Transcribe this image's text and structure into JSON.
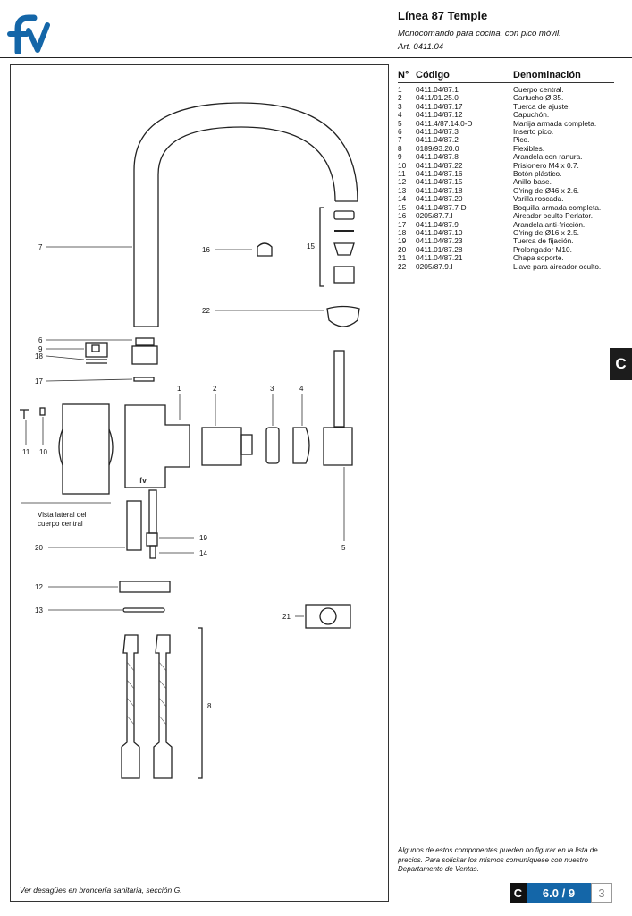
{
  "header": {
    "logo_text": "fv",
    "title": "Línea 87 Temple",
    "subtitle": "Monocomando para cocina, con pico móvil.",
    "article": "Art. 0411.04"
  },
  "table": {
    "col_number": "N°",
    "col_code": "Código",
    "col_name": "Denominación",
    "rows": [
      {
        "n": "1",
        "code": "0411.04/87.1",
        "name": "Cuerpo central."
      },
      {
        "n": "2",
        "code": "0411/01.25.0",
        "name": "Cartucho Ø 35."
      },
      {
        "n": "3",
        "code": "0411.04/87.17",
        "name": "Tuerca de ajuste."
      },
      {
        "n": "4",
        "code": "0411.04/87.12",
        "name": "Capuchón."
      },
      {
        "n": "5",
        "code": "0411.4/87.14.0-D",
        "name": "Manija armada completa."
      },
      {
        "n": "6",
        "code": "0411.04/87.3",
        "name": "Inserto pico."
      },
      {
        "n": "7",
        "code": "0411.04/87.2",
        "name": "Pico."
      },
      {
        "n": "8",
        "code": "0189/93.20.0",
        "name": "Flexibles."
      },
      {
        "n": "9",
        "code": "0411.04/87.8",
        "name": "Arandela con ranura."
      },
      {
        "n": "10",
        "code": "0411.04/87.22",
        "name": "Prisionero M4 x 0.7."
      },
      {
        "n": "11",
        "code": "0411.04/87.16",
        "name": "Botón plástico."
      },
      {
        "n": "12",
        "code": "0411.04/87.15",
        "name": "Anillo base."
      },
      {
        "n": "13",
        "code": "0411.04/87.18",
        "name": "O'ring de Ø46 x 2.6."
      },
      {
        "n": "14",
        "code": "0411.04/87.20",
        "name": "Varilla roscada."
      },
      {
        "n": "15",
        "code": "0411.04/87.7-D",
        "name": "Boquilla armada completa."
      },
      {
        "n": "16",
        "code": "0205/87.7.I",
        "name": "Aireador oculto Perlator."
      },
      {
        "n": "17",
        "code": "0411.04/87.9",
        "name": "Arandela anti-fricción."
      },
      {
        "n": "18",
        "code": "0411.04/87.10",
        "name": "O'ring de Ø16 x 2.5."
      },
      {
        "n": "19",
        "code": "0411.04/87.23",
        "name": "Tuerca de fijación."
      },
      {
        "n": "20",
        "code": "0411.01/87.28",
        "name": "Prolongador M10."
      },
      {
        "n": "21",
        "code": "0411.04/87.21",
        "name": "Chapa soporte."
      },
      {
        "n": "22",
        "code": "0205/87.9.I",
        "name": "Llave para aireador oculto."
      }
    ]
  },
  "drawing": {
    "lateral_view_label": [
      "Vista lateral del",
      "cuerpo central"
    ],
    "callouts": [
      "1",
      "2",
      "3",
      "4",
      "5",
      "6",
      "7",
      "8",
      "9",
      "10",
      "11",
      "12",
      "13",
      "14",
      "15",
      "16",
      "17",
      "18",
      "19",
      "20",
      "21",
      "22"
    ]
  },
  "section_tab": "C",
  "note": "Algunos de estos componentes pueden no figurar en la lista de precios. Para solicitar los mismos comuníquese con nuestro Departamento de Ventas.",
  "footnote": "Ver desagües en broncería sanitaria, sección G.",
  "page": {
    "section": "C",
    "page": "6.0 / 9",
    "total": "3"
  },
  "colors": {
    "logo": "#1466a8",
    "page_box": "#1466a8",
    "tab": "#1c1c1c"
  }
}
